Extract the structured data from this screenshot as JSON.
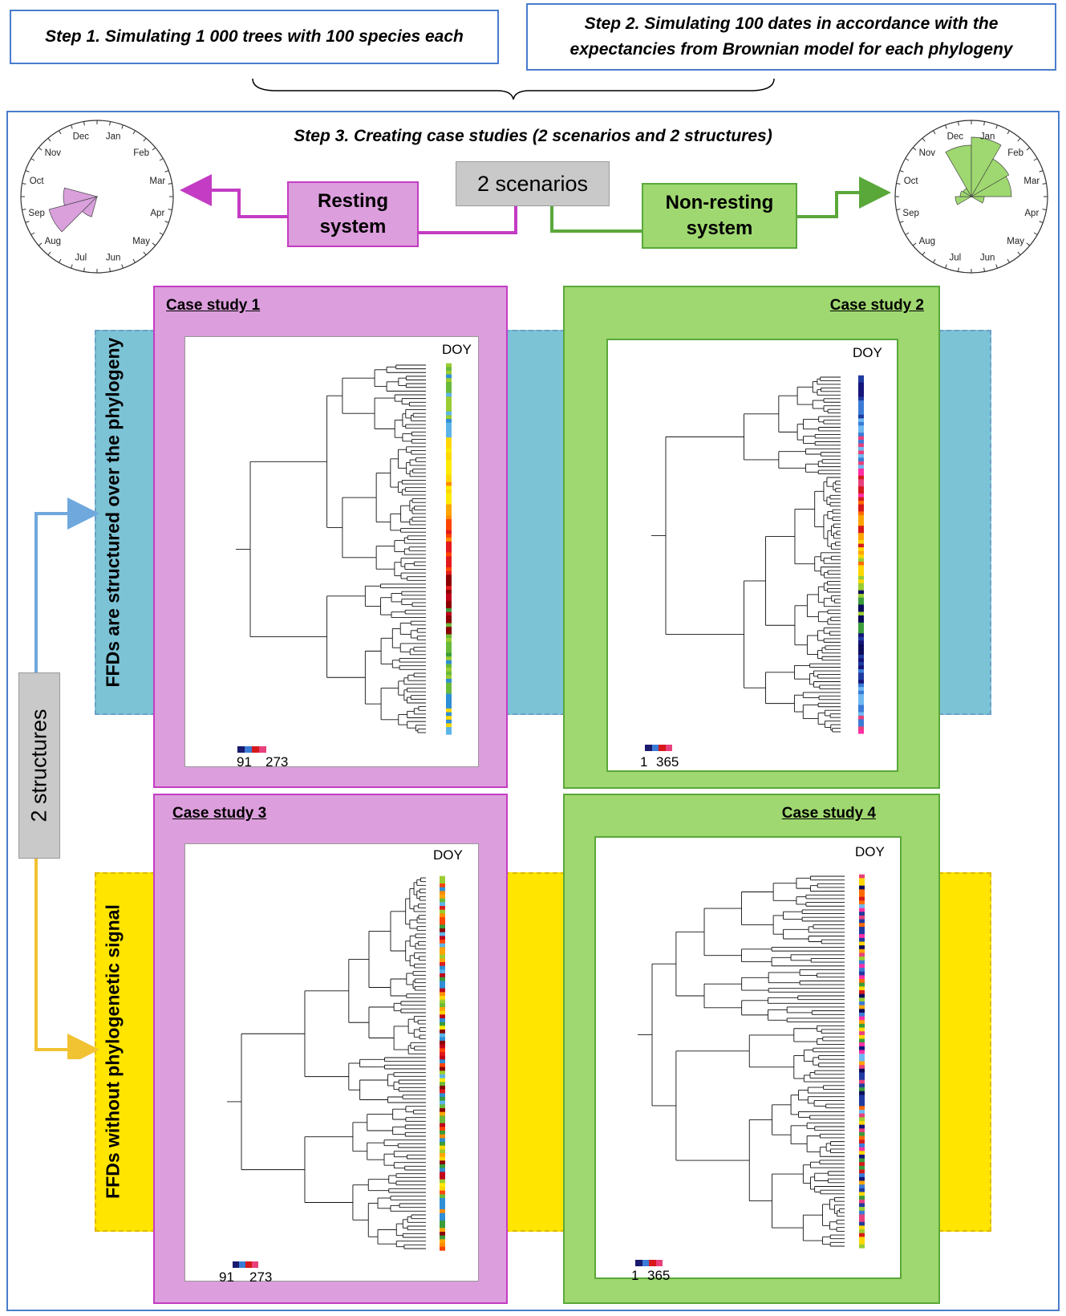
{
  "steps": {
    "step1": "Step 1. Simulating 1 000 trees with 100 species each",
    "step2_line1": "Step 2. Simulating 100 dates in accordance with the",
    "step2_line2": "expectancies from Brownian model for each phylogeny",
    "step3": "Step 3. Creating case studies (2 scenarios and 2 structures)"
  },
  "scenarios": {
    "label": "2 scenarios",
    "resting_line1": "Resting",
    "resting_line2": "system",
    "nonresting_line1": "Non-resting",
    "nonresting_line2": "system"
  },
  "rose_months": [
    "Jan",
    "Feb",
    "Mar",
    "Apr",
    "May",
    "Jun",
    "Jul",
    "Aug",
    "Sep",
    "Oct",
    "Nov",
    "Dec"
  ],
  "structures": {
    "label": "2 structures",
    "structured": "FFDs are structured over the phylogeny",
    "unstructured": "FFDs without phylogenetic signal"
  },
  "cases": [
    {
      "title": "Case study 1",
      "doy": "DOY",
      "leg_min": "91",
      "leg_max": "273"
    },
    {
      "title": "Case study 2",
      "doy": "DOY",
      "leg_min": "1",
      "leg_max": "365"
    },
    {
      "title": "Case study 3",
      "doy": "DOY",
      "leg_min": "91",
      "leg_max": "273"
    },
    {
      "title": "Case study 4",
      "doy": "DOY",
      "leg_min": "1",
      "leg_max": "365"
    }
  ],
  "colors": {
    "purple": "#c33cc3",
    "green": "#5aa83a",
    "blue_arrow": "#6fa8dc",
    "yellow_arrow": "#f1c232",
    "rose_purple": "#d9a0dc",
    "rose_green": "#9fd870"
  }
}
